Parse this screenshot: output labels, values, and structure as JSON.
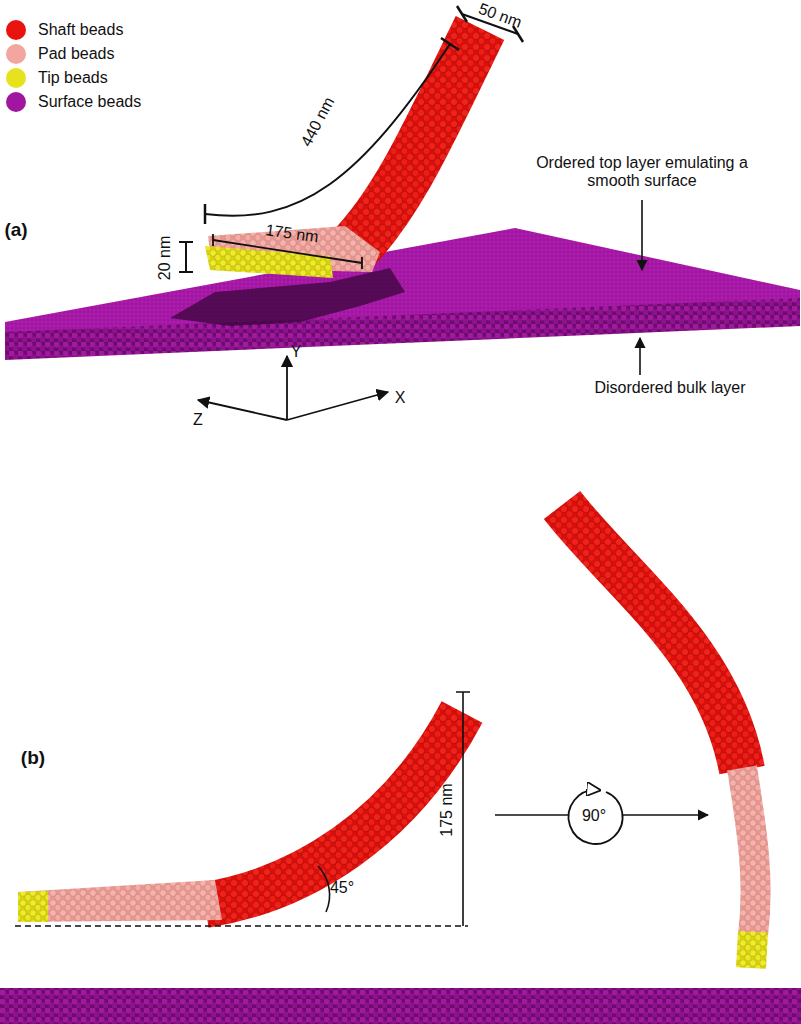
{
  "diagram": {
    "labels": [
      "(a)",
      "50 nm",
      "440 nm",
      "20 nm",
      "175 nm",
      "Ordered top layer emulating a smooth surface",
      "Disordered bulk layer",
      "Y",
      "Z",
      "X",
      "(b)",
      "45°",
      "175 nm",
      "90°"
    ],
    "legend": [
      {
        "text": "Shaft beads",
        "color": "#e8130f"
      },
      {
        "text": "Pad beads",
        "color": "#f2a6a0"
      },
      {
        "text": "Tip beads",
        "color": "#e6e21c"
      },
      {
        "text": "Surface beads",
        "color": "#a0169f"
      }
    ]
  }
}
